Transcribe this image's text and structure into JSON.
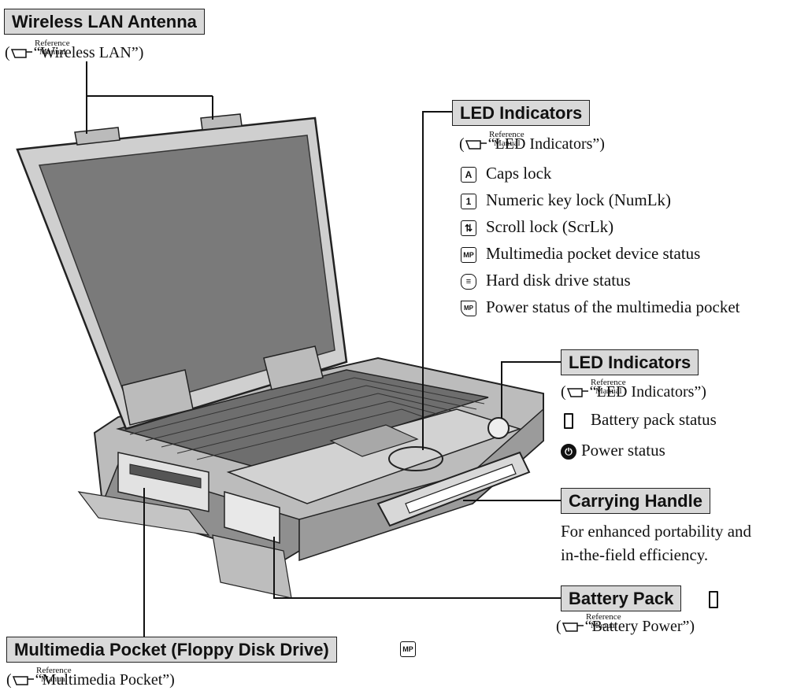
{
  "labels": {
    "wireless_lan_antenna": "Wireless LAN Antenna",
    "led_indicators_top": "LED Indicators",
    "led_indicators_bottom": "LED Indicators",
    "carrying_handle": "Carrying Handle",
    "battery_pack": "Battery Pack",
    "multimedia_pocket": "Multimedia Pocket (Floppy Disk Drive)"
  },
  "references": {
    "reference_line1": "Reference",
    "reference_line2": "Manual",
    "wireless_lan": "“Wireless LAN”)",
    "led_indicators_top": "“LED Indicators”)",
    "led_indicators_bottom": "“LED Indicators”)",
    "battery_power": "“Battery Power”)",
    "multimedia_pocket": "“Multimedia Pocket”)"
  },
  "led_top_items": [
    {
      "icon": "A",
      "text": "Caps lock"
    },
    {
      "icon": "1",
      "text": "Numeric key lock (NumLk)"
    },
    {
      "icon": "⇅",
      "text": "Scroll lock (ScrLk)"
    },
    {
      "icon": "MP",
      "text": "Multimedia pocket device status"
    },
    {
      "icon": "hdd",
      "text": "Hard disk drive status"
    },
    {
      "icon": "MP-power",
      "text": "Power status of the multimedia pocket"
    }
  ],
  "led_bottom_items": [
    {
      "icon": "battery",
      "text": "Battery pack status"
    },
    {
      "icon": "power",
      "text": "Power status"
    }
  ],
  "carrying_handle_desc": {
    "line1": "For enhanced portability and",
    "line2": "in-the-field efficiency."
  },
  "icon_texts": {
    "mp_badge": "MP"
  }
}
